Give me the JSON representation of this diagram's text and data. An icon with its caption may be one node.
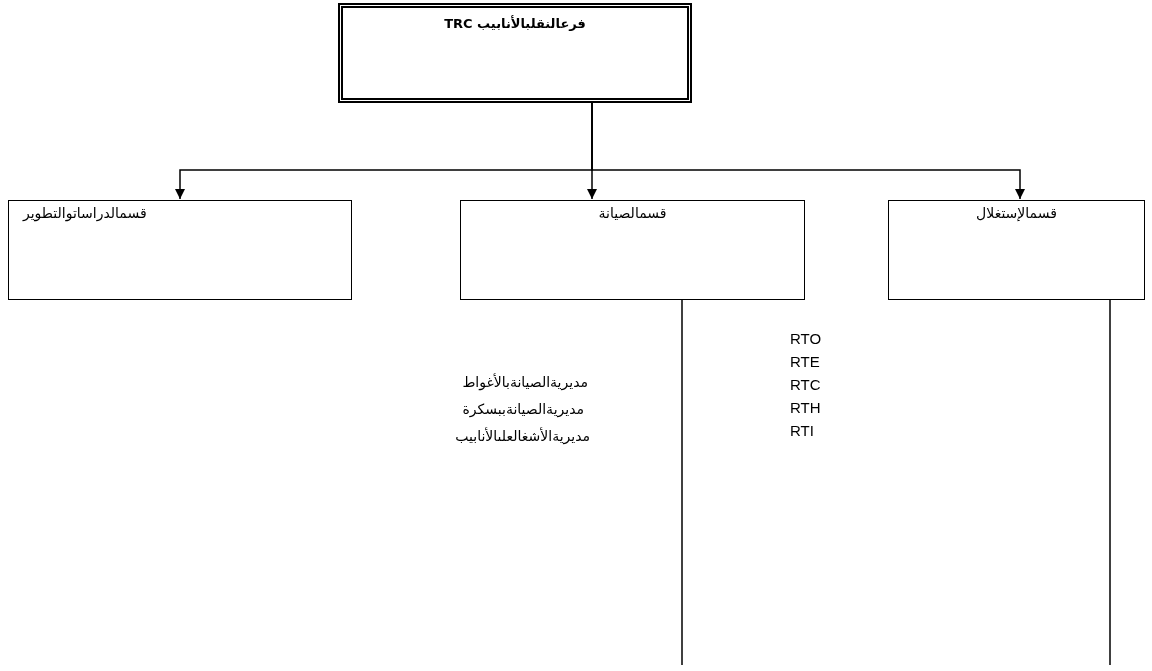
{
  "diagram": {
    "nodes": [
      {
        "text": [
          "فرعالنقلبالأنابيب TRC"
        ]
      },
      {
        "text": [
          "قسمالدراساتوالتطوير"
        ]
      },
      {
        "text": [
          "قسمالصيانة"
        ]
      },
      {
        "text": [
          "قسمالإستغلال"
        ]
      }
    ],
    "edges": [
      {
        "from": 0,
        "to": 1,
        "arrow": "to"
      },
      {
        "from": 0,
        "to": 2,
        "arrow": "to"
      },
      {
        "from": 0,
        "to": 3,
        "arrow": "to"
      },
      {
        "from": 2,
        "to": null,
        "arrow": "none"
      },
      {
        "from": 3,
        "to": null,
        "arrow": "none"
      }
    ],
    "labels": [
      "RTO",
      "RTE",
      "RTC",
      "RTH",
      "RTI",
      "مديريةالصيانةبالأغواط",
      "مديريةالصيانةببسكرة",
      "مديريةالأشغالعلىالأنابيب"
    ]
  }
}
